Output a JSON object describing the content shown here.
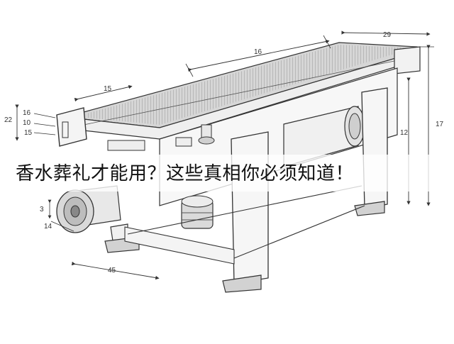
{
  "headline": "香水葬礼才能用？这些真相你必须知道！",
  "dimensions": {
    "belt_length": "16",
    "head_width": "15",
    "side_height": "22",
    "side_upper": "16",
    "side_mid": "10",
    "side_lower": "15",
    "top_width": "29",
    "inner_height": "12",
    "total_height": "17",
    "roller_gap": "3",
    "roller_dia": "14",
    "base_length": "45"
  },
  "colors": {
    "line": "#3a3a3a",
    "frame": "#f4f4f4",
    "belt": "#cfcfcf",
    "text": "#111111"
  }
}
